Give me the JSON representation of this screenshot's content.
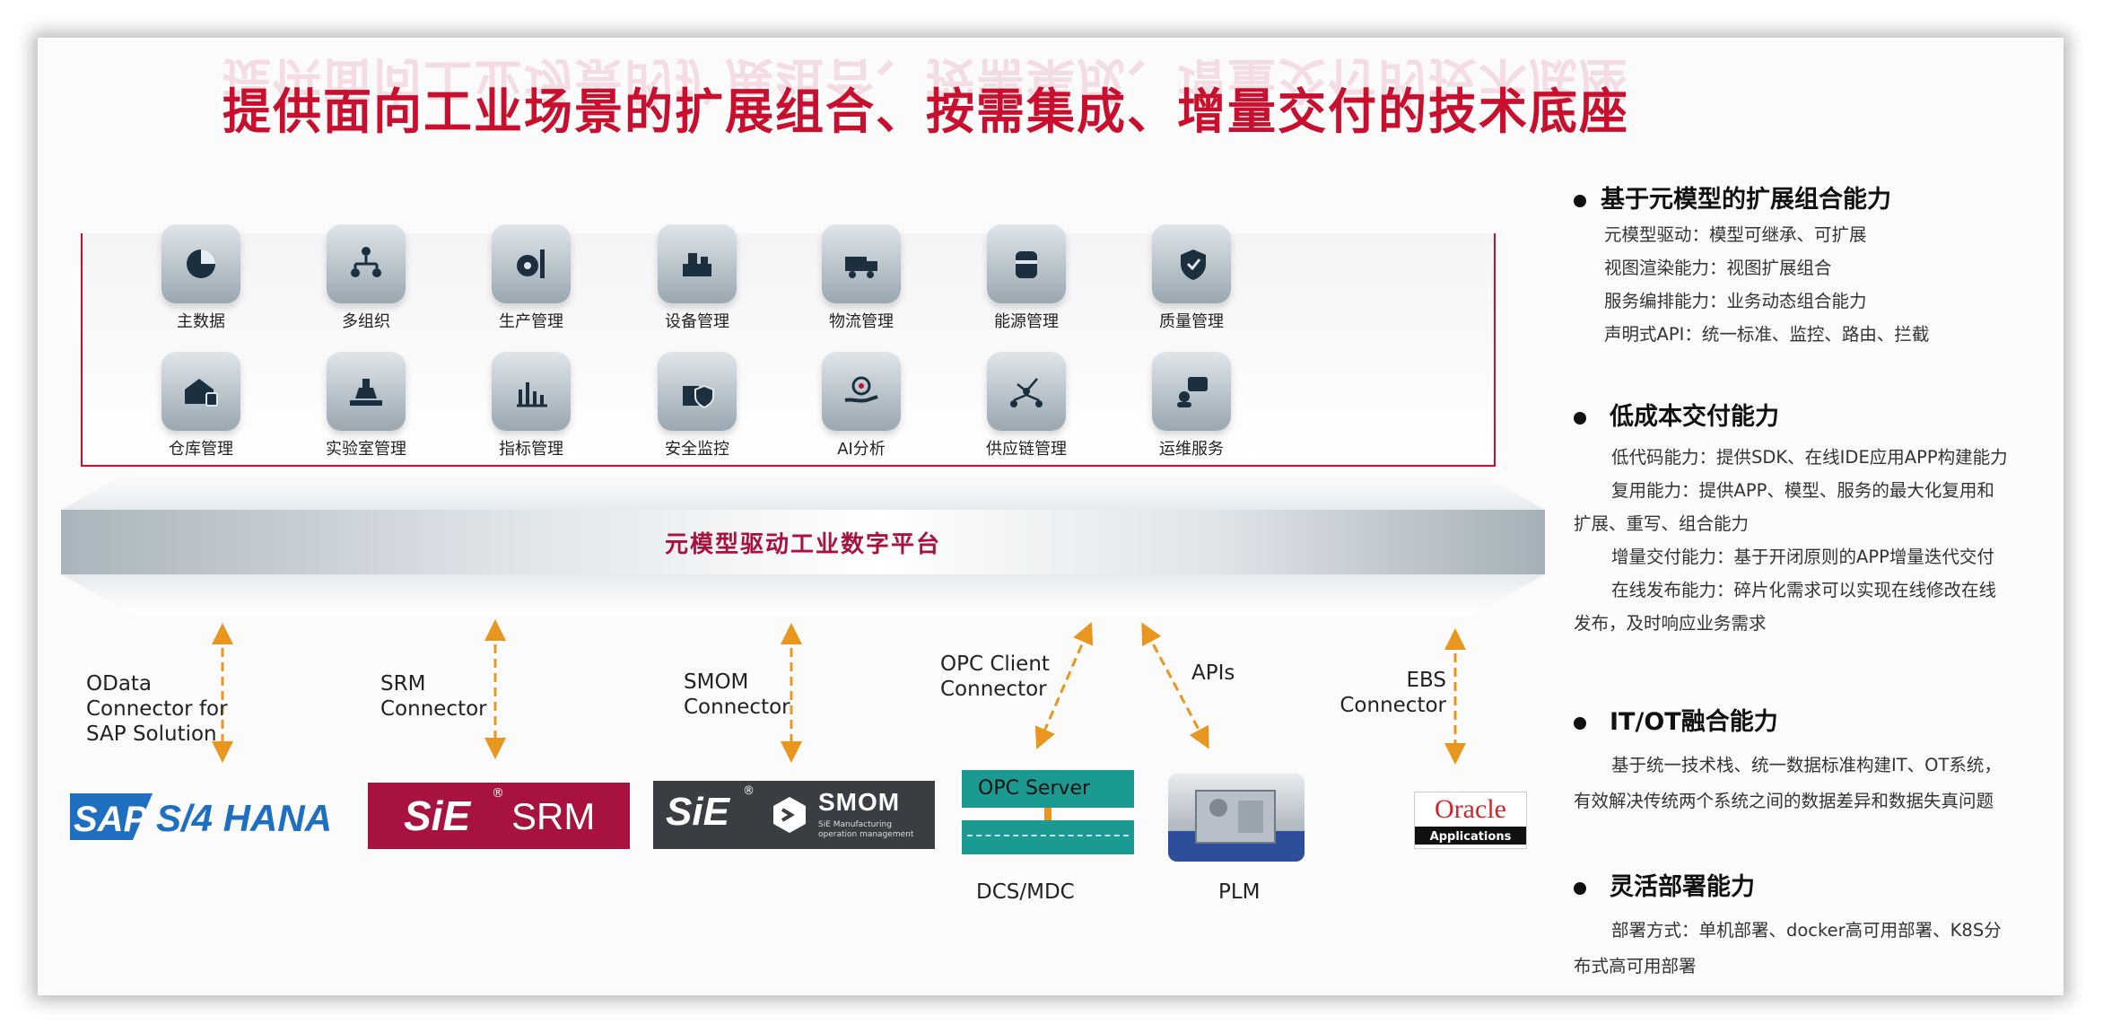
{
  "title": "提供面向工业场景的扩展组合、按需集成、增量交付的技术底座",
  "modules": [
    {
      "label": "主数据",
      "icon": "pie-chart-icon"
    },
    {
      "label": "多组织",
      "icon": "org-chart-icon"
    },
    {
      "label": "生产管理",
      "icon": "gear-wrench-icon"
    },
    {
      "label": "设备管理",
      "icon": "equipment-icon"
    },
    {
      "label": "物流管理",
      "icon": "truck-icon"
    },
    {
      "label": "能源管理",
      "icon": "energy-barrel-icon"
    },
    {
      "label": "质量管理",
      "icon": "quality-shield-icon"
    },
    {
      "label": "仓库管理",
      "icon": "warehouse-icon"
    },
    {
      "label": "实验室管理",
      "icon": "laboratory-icon"
    },
    {
      "label": "指标管理",
      "icon": "metrics-chart-icon"
    },
    {
      "label": "安全监控",
      "icon": "safety-shield-icon"
    },
    {
      "label": "AI分析",
      "icon": "ai-hand-icon"
    },
    {
      "label": "供应链管理",
      "icon": "supply-chain-icon"
    },
    {
      "label": "运维服务",
      "icon": "service-chat-icon"
    }
  ],
  "platform": "元模型驱动工业数字平台",
  "connectors": {
    "sap": "OData\nConnector for\nSAP Solution",
    "srm": "SRM\nConnector",
    "smom": "SMOM\nConnector",
    "opc": "OPC Client\nConnector",
    "apis": "APIs",
    "ebs": "EBS\nConnector"
  },
  "systems": {
    "sap_brand": "SAP",
    "sap_product": "S/4 HANA",
    "srm_brand": "SiE",
    "srm_product": "SRM",
    "smom_brand": "SiE",
    "smom_product": "SMOM",
    "smom_sub": "SiE Manufacturing operation management",
    "opc_server": "OPC Server",
    "dcs": "DCS/MDC",
    "plm": "PLM",
    "oracle_brand": "Oracle",
    "oracle_sub": "Applications"
  },
  "features": [
    {
      "heading": "基于元模型的扩展组合能力",
      "items": [
        "元模型驱动：模型可继承、可扩展",
        "视图渲染能力：视图扩展组合",
        "服务编排能力：业务动态组合能力",
        "声明式API：统一标准、监控、路由、拦截"
      ]
    },
    {
      "heading": "低成本交付能力",
      "items": [
        "低代码能力：提供SDK、在线IDE应用APP构建能力",
        "复用能力：提供APP、模型、服务的最大化复用和",
        "扩展、重写、组合能力",
        "增量交付能力：基于开闭原则的APP增量迭代交付",
        "在线发布能力：碎片化需求可以实现在线修改在线",
        "发布，及时响应业务需求"
      ]
    },
    {
      "heading": "IT/OT融合能力",
      "items": [
        "基于统一技术栈、统一数据标准构建IT、OT系统，",
        "有效解决传统两个系统之间的数据差异和数据失真问题"
      ]
    },
    {
      "heading": "灵活部署能力",
      "items": [
        "部署方式：单机部署、docker高可用部署、K8S分",
        "布式高可用部署"
      ]
    }
  ],
  "colors": {
    "title": "#c8102e",
    "arrow": "#e8961e",
    "sap": "#1f6fc0",
    "sie": "#a8123e",
    "smom": "#3a3d42",
    "opc": "#1a9a90"
  }
}
